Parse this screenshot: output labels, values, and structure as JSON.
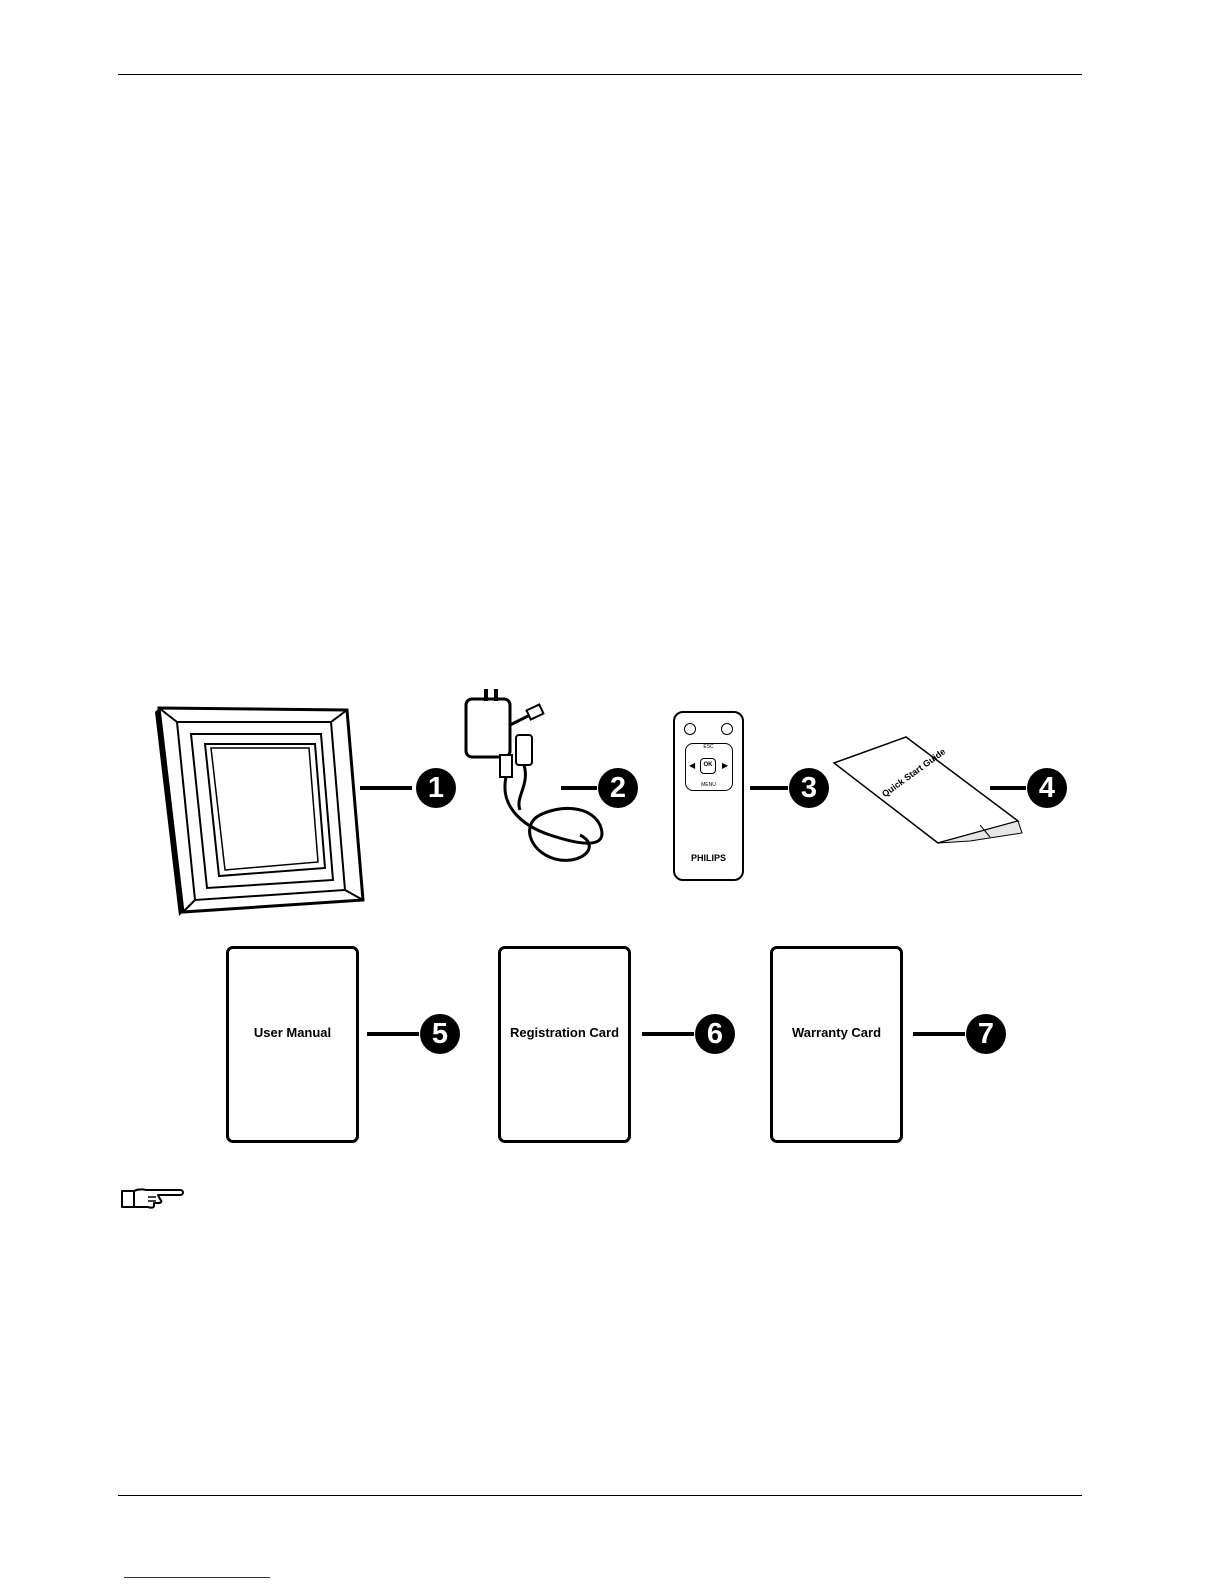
{
  "items": [
    {
      "number": "1",
      "name": "photo-frame"
    },
    {
      "number": "2",
      "name": "power-adapter"
    },
    {
      "number": "3",
      "name": "remote-control",
      "brand": "PHILIPS",
      "buttons": {
        "top": "ESC",
        "center": "OK",
        "bottom": "MENU"
      }
    },
    {
      "number": "4",
      "name": "quick-start-guide",
      "label": "Quick Start Guide"
    },
    {
      "number": "5",
      "name": "user-manual",
      "label": "User Manual"
    },
    {
      "number": "6",
      "name": "registration-card",
      "label": "Registration Card"
    },
    {
      "number": "7",
      "name": "warranty-card",
      "label": "Warranty Card"
    }
  ],
  "note_icon": "pointing-hand-icon"
}
